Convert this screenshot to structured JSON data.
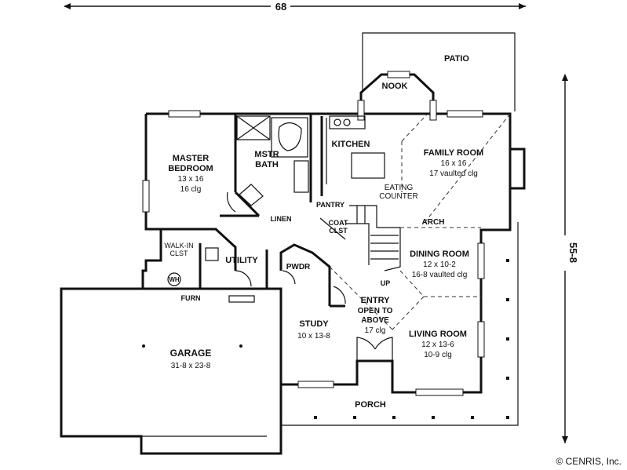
{
  "dimensions": {
    "width_label": "68",
    "depth_label": "55-8"
  },
  "rooms": {
    "patio": {
      "name": "PATIO"
    },
    "nook": {
      "name": "NOOK"
    },
    "kitchen": {
      "name": "KITCHEN"
    },
    "family_room": {
      "name": "FAMILY ROOM",
      "size": "16 x 16",
      "ceiling": "17 vaulted clg"
    },
    "eating_counter": {
      "line1": "EATING",
      "line2": "COUNTER"
    },
    "arch": {
      "name": "ARCH"
    },
    "master_bedroom": {
      "line1": "MASTER",
      "line2": "BEDROOM",
      "size": "13 x 16",
      "ceiling": "16 clg"
    },
    "mstr_bath": {
      "line1": "MSTR",
      "line2": "BATH"
    },
    "linen": {
      "name": "LINEN"
    },
    "pantry": {
      "name": "PANTRY"
    },
    "coat_closet": {
      "line1": "COAT",
      "line2": "CLST"
    },
    "walk_in_closet": {
      "line1": "WALK-IN",
      "line2": "CLST"
    },
    "utility": {
      "name": "UTILITY"
    },
    "water_heater": {
      "name": "WH"
    },
    "furnace": {
      "name": "FURN"
    },
    "powder": {
      "name": "PWDR"
    },
    "dining_room": {
      "name": "DINING ROOM",
      "size": "12 x 10-2",
      "ceiling": "16-8 vaulted clg"
    },
    "stairs": {
      "name": "UP"
    },
    "entry": {
      "line1": "ENTRY",
      "line2": "OPEN TO",
      "line3": "ABOVE",
      "ceiling": "17 clg"
    },
    "study": {
      "name": "STUDY",
      "size": "10 x 13-8"
    },
    "living_room": {
      "name": "LIVING ROOM",
      "size": "12 x 13-6",
      "ceiling": "10-9 clg"
    },
    "garage": {
      "name": "GARAGE",
      "size": "31-8 x 23-8"
    },
    "porch": {
      "name": "PORCH"
    }
  },
  "copyright": "© CENRIS, Inc."
}
